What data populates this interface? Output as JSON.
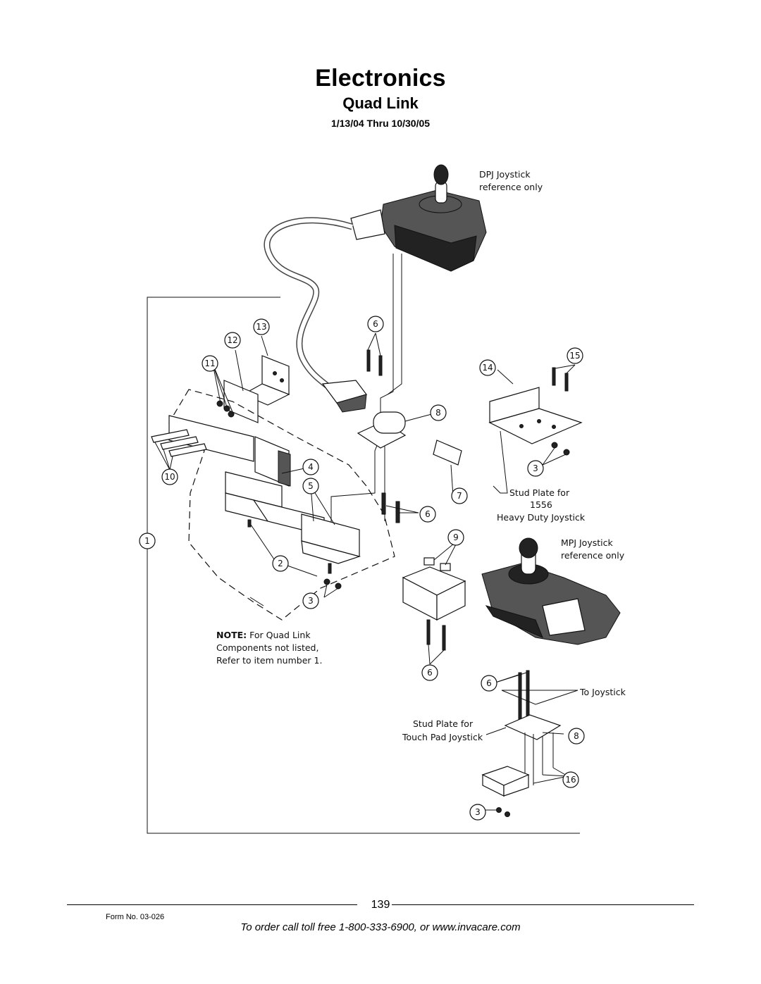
{
  "header": {
    "title": "Electronics",
    "subtitle": "Quad Link",
    "date_range": "1/13/04 Thru 10/30/05"
  },
  "diagram": {
    "callouts": [
      "1",
      "2",
      "3",
      "3",
      "3",
      "4",
      "5",
      "6",
      "6",
      "6",
      "6",
      "7",
      "8",
      "8",
      "9",
      "10",
      "11",
      "12",
      "13",
      "14",
      "15",
      "16"
    ],
    "labels": {
      "dpj_line1": "DPJ Joystick",
      "dpj_line2": "reference only",
      "mpj_line1": "MPJ Joystick",
      "mpj_line2": "reference only",
      "heavy_line1": "Stud Plate for",
      "heavy_line2": "1556",
      "heavy_line3": "Heavy Duty Joystick",
      "touch_line1": "Stud Plate for",
      "touch_line2": "Touch Pad Joystick",
      "to_joystick": "To Joystick",
      "note_bold": "NOTE:",
      "note_line1_rest": " For Quad Link",
      "note_line2": "Components not listed,",
      "note_line3": "Refer to item number 1."
    }
  },
  "footer": {
    "page_number": "139",
    "form_no": "Form No.  03-026",
    "order_note": "To order call toll free 1-800-333-6900, or www.invacare.com"
  }
}
